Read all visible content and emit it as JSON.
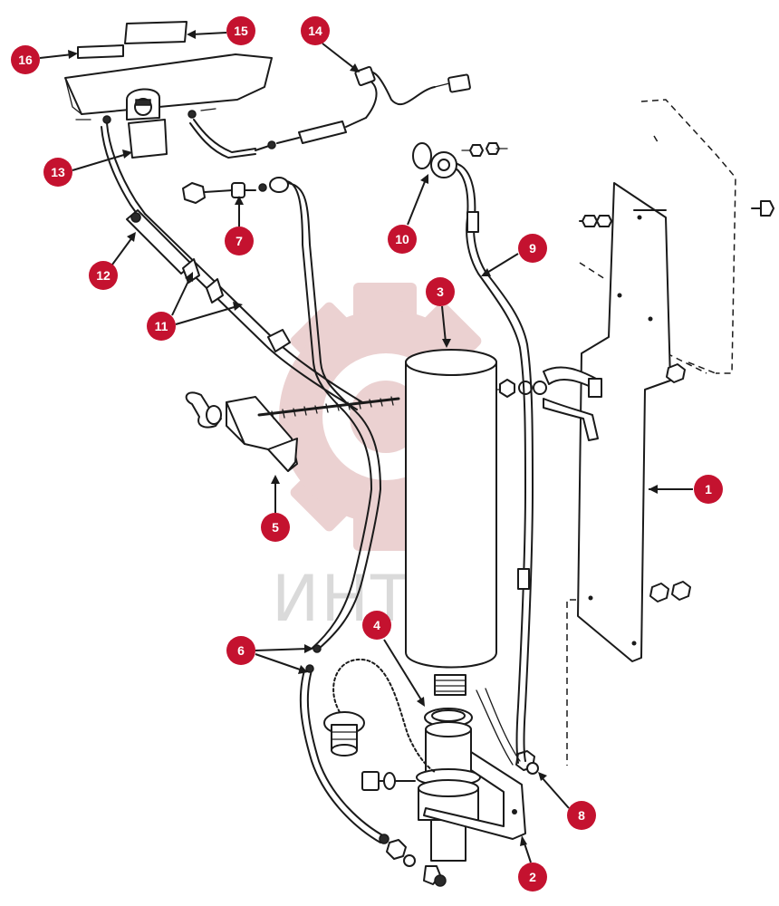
{
  "watermark": {
    "text": "ИНТЕХ",
    "color": "#e8c9c9",
    "text_color": "#d4d4d4"
  },
  "callout_color": "#c4122f",
  "callouts": [
    {
      "id": "1",
      "label": "1"
    },
    {
      "id": "2",
      "label": "2"
    },
    {
      "id": "3",
      "label": "3"
    },
    {
      "id": "4",
      "label": "4"
    },
    {
      "id": "5",
      "label": "5"
    },
    {
      "id": "6",
      "label": "6"
    },
    {
      "id": "7",
      "label": "7"
    },
    {
      "id": "8",
      "label": "8"
    },
    {
      "id": "9",
      "label": "9"
    },
    {
      "id": "10",
      "label": "10"
    },
    {
      "id": "11",
      "label": "11"
    },
    {
      "id": "12",
      "label": "12"
    },
    {
      "id": "13",
      "label": "13"
    },
    {
      "id": "14",
      "label": "14"
    },
    {
      "id": "15",
      "label": "15"
    },
    {
      "id": "16",
      "label": "16"
    }
  ]
}
